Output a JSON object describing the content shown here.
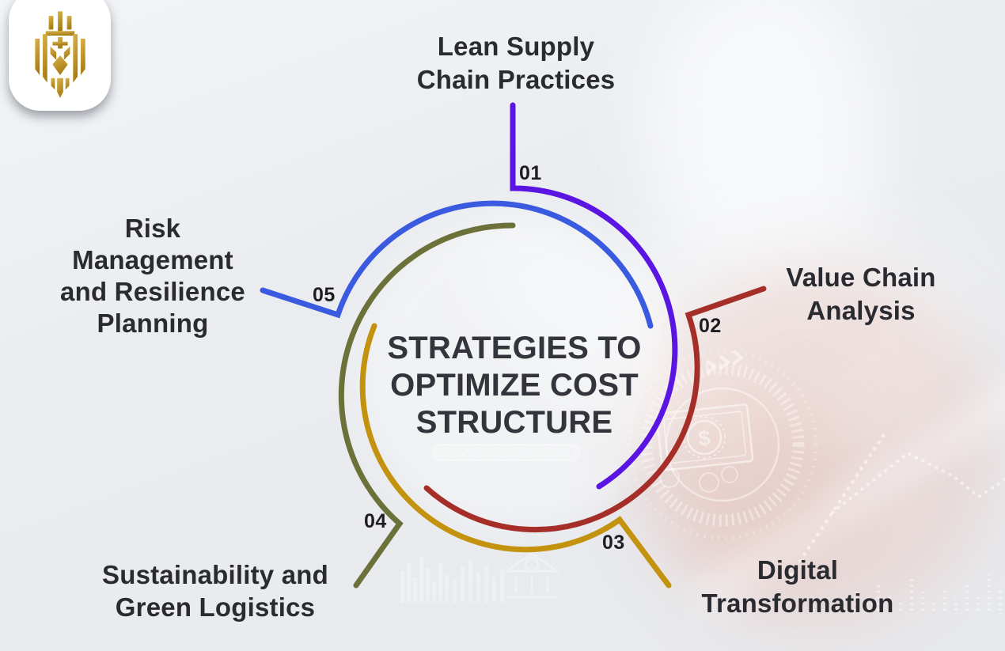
{
  "logo": {
    "icon": "gold-lion-crest-icon",
    "gold_light": "#d8b44c",
    "gold_dark": "#a87d12"
  },
  "title": {
    "lines": [
      "STRATEGIES TO",
      "OPTIMIZE COST",
      "STRUCTURE"
    ]
  },
  "items": [
    {
      "number": "01",
      "label_lines": [
        "Lean Supply",
        "Chain Practices"
      ],
      "color": "#5a15e2"
    },
    {
      "number": "02",
      "label_lines": [
        "Value Chain",
        "Analysis"
      ],
      "color": "#a52e28"
    },
    {
      "number": "03",
      "label_lines": [
        "Digital",
        "Transformation"
      ],
      "color": "#c3920e"
    },
    {
      "number": "04",
      "label_lines": [
        "Sustainability and",
        "Green Logistics"
      ],
      "color": "#6b7138"
    },
    {
      "number": "05",
      "label_lines": [
        "Risk",
        "Management",
        "and Resilience",
        "Planning"
      ],
      "color": "#3a5ae0"
    }
  ],
  "watermark": {
    "dollar_sign": "$"
  }
}
